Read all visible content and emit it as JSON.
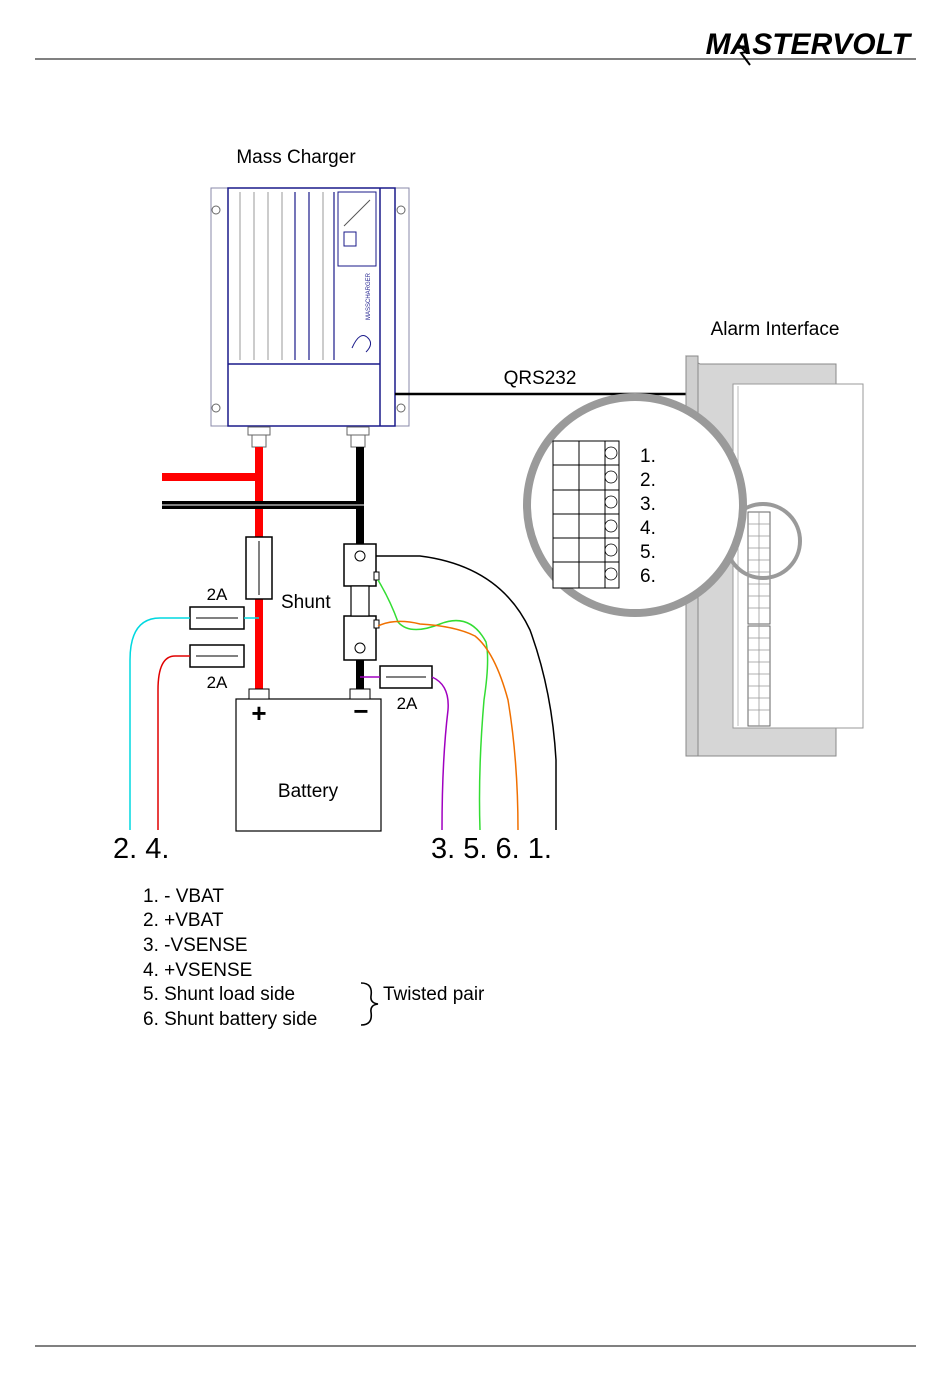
{
  "header": {
    "brand": "MASTERVOLT"
  },
  "labels": {
    "charger": "Mass Charger",
    "alarm_interface": "Alarm Interface",
    "qrs232": "QRS232",
    "shunt": "Shunt",
    "battery": "Battery",
    "plus": "+",
    "minus": "−",
    "fuse_cyan": "2A",
    "fuse_red": "2A",
    "fuse_purple": "2A",
    "wire_group_left": "2. 4.",
    "wire_group_right": "3. 5. 6. 1."
  },
  "terminals": [
    "1.",
    "2.",
    "3.",
    "4.",
    "5.",
    "6."
  ],
  "legend": {
    "items": [
      "1. - VBAT",
      "2. +VBAT",
      "3. -VSENSE",
      "4. +VSENSE",
      "5. Shunt load side",
      "6. Shunt battery side"
    ],
    "twisted_pair": "Twisted pair"
  },
  "colors": {
    "positive": "#ff0000",
    "negative": "#000000",
    "wire_vbat_plus": "#00d8e0",
    "wire_vsense_plus": "#e00000",
    "wire_vsense_minus": "#a000c0",
    "wire_shunt_load": "#33dd33",
    "wire_shunt_battery": "#f07000",
    "magnifier": "#9a9a9a",
    "charger_outline": "#1a1a8a"
  }
}
